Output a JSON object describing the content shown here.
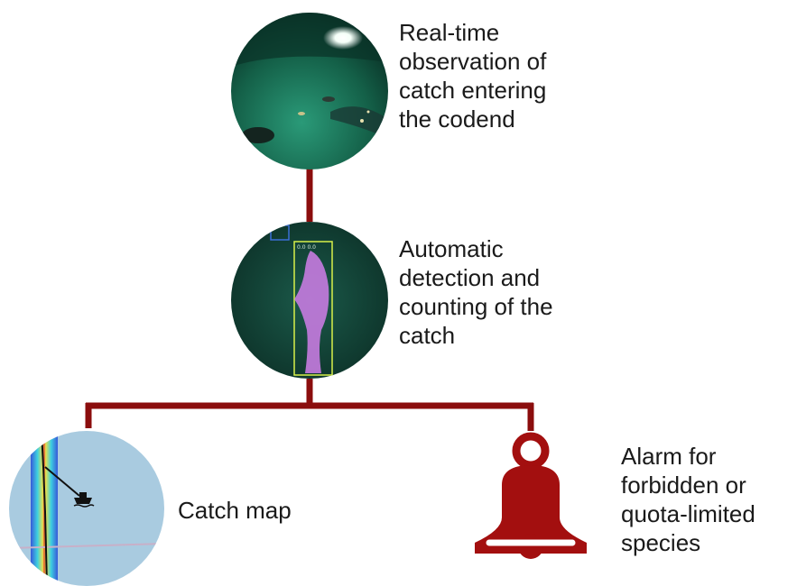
{
  "colors": {
    "connector": "#8b0d0d",
    "bell": "#a30f0f",
    "water_dark": "#0b2a22",
    "water_light": "#1c7a5e",
    "map_sea": "#a9cbe0",
    "detection_box": "#d8f04a",
    "fish": "#c77be0"
  },
  "nodes": {
    "observation": {
      "icon": "underwater-camera-photo",
      "label": "Real-time\nobservation of\ncatch entering\nthe codend"
    },
    "detection": {
      "icon": "fish-detection-photo",
      "label": "Automatic\ndetection and\ncounting of the\ncatch"
    },
    "catch_map": {
      "icon": "heatmap-icon",
      "label": "Catch map"
    },
    "alarm": {
      "icon": "bell-icon",
      "label": "Alarm for\nforbidden or\nquota-limited\nspecies"
    }
  }
}
